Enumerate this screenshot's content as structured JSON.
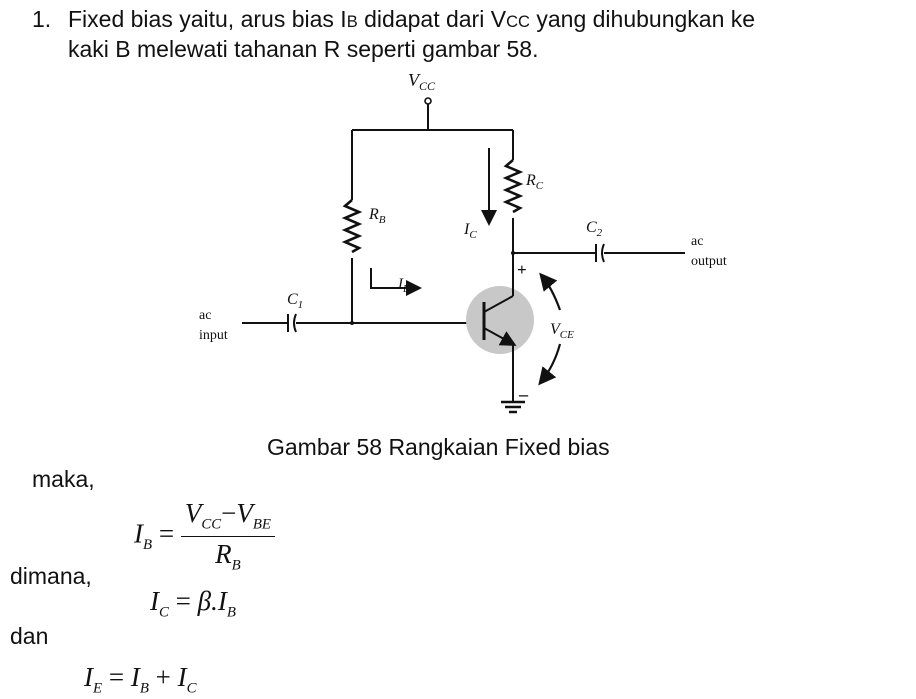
{
  "item": {
    "number": "1.",
    "line1_a": "Fixed bias yaitu, arus bias I",
    "line1_b": "B",
    "line1_c": " didapat dari V",
    "line1_d": "CC",
    "line1_e": " yang dihubungkan ke",
    "line2": "kaki B melewati tahanan R seperti gambar 58."
  },
  "figure": {
    "vcc": "V",
    "vcc_sub": "CC",
    "rb": "R",
    "rb_sub": "B",
    "rc": "R",
    "rc_sub": "C",
    "ic": "I",
    "ic_sub": "C",
    "ib": "I",
    "ib_sub": "B",
    "c1": "C",
    "c1_sub": "1",
    "c2": "C",
    "c2_sub": "2",
    "vce": "V",
    "vce_sub": "CE",
    "plus": "+",
    "minus": "–",
    "ac_input_1": "ac",
    "ac_input_2": "input",
    "ac_output_1": "ac",
    "ac_output_2": "output",
    "caption": "Gambar 58 Rangkaian Fixed bias"
  },
  "text": {
    "maka": "maka,",
    "dimana": "dimana,",
    "dan": "dan"
  },
  "formulas": {
    "ib": {
      "lhs": "I",
      "lhs_sub": "B",
      "eq": "=",
      "num_a": "V",
      "num_a_sub": "CC",
      "minus": "−",
      "num_b": "V",
      "num_b_sub": "BE",
      "den": "R",
      "den_sub": "B"
    },
    "ic": {
      "lhs": "I",
      "lhs_sub": "C",
      "eq": "=",
      "rhs_a": "β.I",
      "rhs_a_sub": "B"
    },
    "ie": {
      "lhs": "I",
      "lhs_sub": "E",
      "eq": "=",
      "a": "I",
      "a_sub": "B",
      "plus": "+",
      "b": "I",
      "b_sub": "C"
    }
  }
}
